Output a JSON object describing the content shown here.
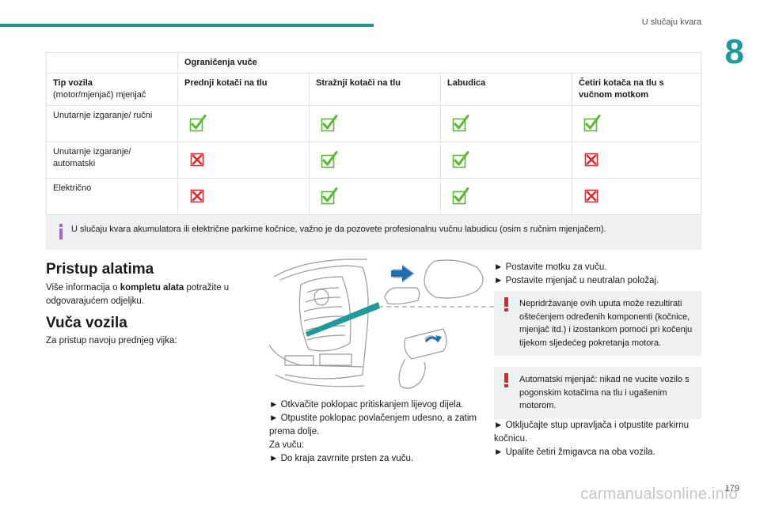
{
  "header": {
    "section_title": "U slučaju kvara",
    "chapter": "8",
    "page_number": "179"
  },
  "table": {
    "group_header": "Ograničenja vuče",
    "row_label_title": "Tip vozila",
    "row_label_sub": "(motor/mjenjač) mjenjač",
    "columns": [
      "Prednji kotači na tlu",
      "Stražnji kotači na tlu",
      "Labudica",
      "Četiri kotača na tlu s vučnom motkom"
    ],
    "rows": [
      {
        "label": "Unutarnje izgaranje/ ručni",
        "marks": [
          "check",
          "check",
          "check",
          "check"
        ]
      },
      {
        "label": "Unutarnje izgaranje/ automatski",
        "marks": [
          "cross",
          "check",
          "check",
          "cross"
        ]
      },
      {
        "label": "Električno",
        "marks": [
          "cross",
          "check",
          "check",
          "cross"
        ]
      }
    ],
    "colors": {
      "check": "#5bb832",
      "cross": "#e0262c"
    }
  },
  "info_note": "U slučaju kvara akumulatora ili električne parkirne kočnice, važno je da pozovete profesionalnu vučnu labudicu (osim s ručnim mjenjačem).",
  "section1": {
    "title": "Pristup alatima",
    "text_before": "Više informacija o ",
    "text_bold": "kompletu alata",
    "text_after": " potražite u odgovarajućem odjeljku."
  },
  "section2": {
    "title": "Vuča vozila",
    "text": "Za pristup navoju prednjeg vijka:"
  },
  "figure_steps": [
    "► Otkvačite poklopac pritiskanjem lijevog dijela.",
    "► Otpustite poklopac povlačenjem udesno, a zatim prema dolje.",
    "Za vuču:",
    "► Do kraja zavrnite prsten za vuču."
  ],
  "right_steps_top": [
    "► Postavite motku za vuču.",
    "► Postavite mjenjač u neutralan položaj."
  ],
  "warning1": "Nepridržavanje ovih uputa može rezultirati oštećenjem određenih komponenti (kočnice, mjenjač itd.) i izostankom pomoći pri kočenju tijekom sljedećeg pokretanja motora.",
  "warning2": "Automatski mjenjač: nikad ne vucite vozilo s pogonskim kotačima na tlu i ugašenim motorom.",
  "right_steps_bottom": [
    "► Otključajte stup upravljača i otpustite parkirnu kočnicu.",
    "► Upalite četiri žmigavca na oba vozila."
  ],
  "watermark": "carmanualsonline.info",
  "colors": {
    "accent": "#1f9a9a",
    "note_bg": "#eef0f2",
    "warn_red": "#e0262c",
    "info_purple": "#a566cc"
  }
}
